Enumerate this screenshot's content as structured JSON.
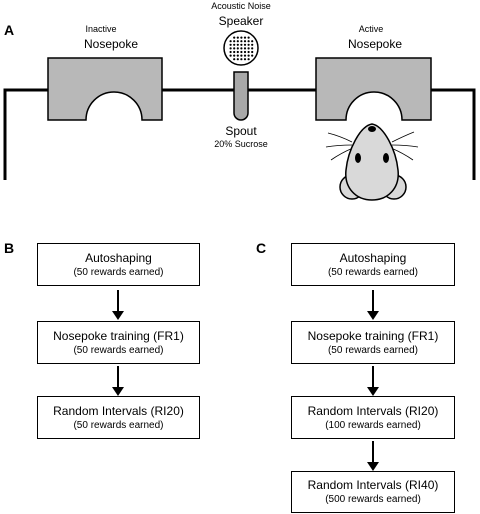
{
  "panel_a": {
    "letter": "A",
    "inactive": {
      "line1": "Inactive",
      "line2": "Nosepoke"
    },
    "speaker": {
      "line1": "Acoustic Noise",
      "line2": "Speaker"
    },
    "active": {
      "line1": "Active",
      "line2": "Nosepoke"
    },
    "spout": {
      "line1": "Spout",
      "line2": "20% Sucrose"
    }
  },
  "panel_b": {
    "letter": "B",
    "steps": [
      {
        "title": "Autoshaping",
        "detail": "(50 rewards earned)"
      },
      {
        "title": "Nosepoke training (FR1)",
        "detail": "(50 rewards earned)"
      },
      {
        "title": "Random Intervals (RI20)",
        "detail": "(50 rewards earned)"
      }
    ]
  },
  "panel_c": {
    "letter": "C",
    "steps": [
      {
        "title": "Autoshaping",
        "detail": "(50 rewards earned)"
      },
      {
        "title": "Nosepoke training (FR1)",
        "detail": "(50 rewards earned)"
      },
      {
        "title": "Random Intervals (RI20)",
        "detail": "(100 rewards earned)"
      },
      {
        "title": "Random Intervals (RI40)",
        "detail": "(500 rewards earned)"
      }
    ]
  },
  "colors": {
    "nosepoke_fill": "#b8b8b8",
    "mouse_body": "#d9d9d9",
    "line": "#000000"
  }
}
